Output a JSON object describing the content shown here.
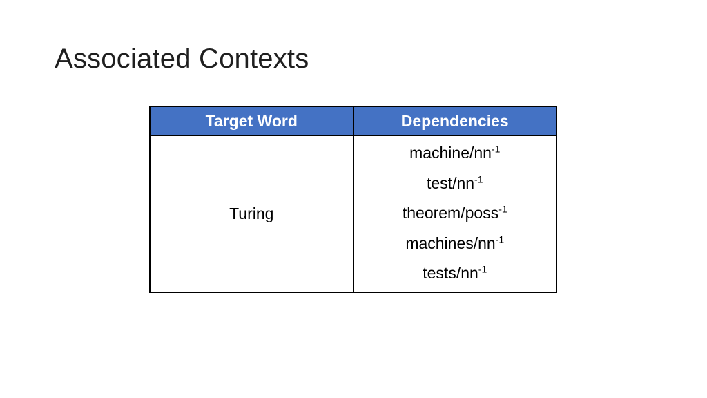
{
  "slide": {
    "title": "Associated Contexts"
  },
  "table": {
    "headers": {
      "target_word": "Target Word",
      "dependencies": "Dependencies"
    },
    "rows": [
      {
        "target": "Turing",
        "dependencies": [
          {
            "text": "machine/nn",
            "superscript": "-1"
          },
          {
            "text": "test/nn",
            "superscript": "-1"
          },
          {
            "text": "theorem/poss",
            "superscript": "-1"
          },
          {
            "text": "machines/nn",
            "superscript": "-1"
          },
          {
            "text": "tests/nn",
            "superscript": "-1"
          }
        ]
      }
    ]
  },
  "colors": {
    "header_background": "#4472c4",
    "header_text": "#ffffff",
    "border": "#000000",
    "title_text": "#1f1f1f"
  }
}
